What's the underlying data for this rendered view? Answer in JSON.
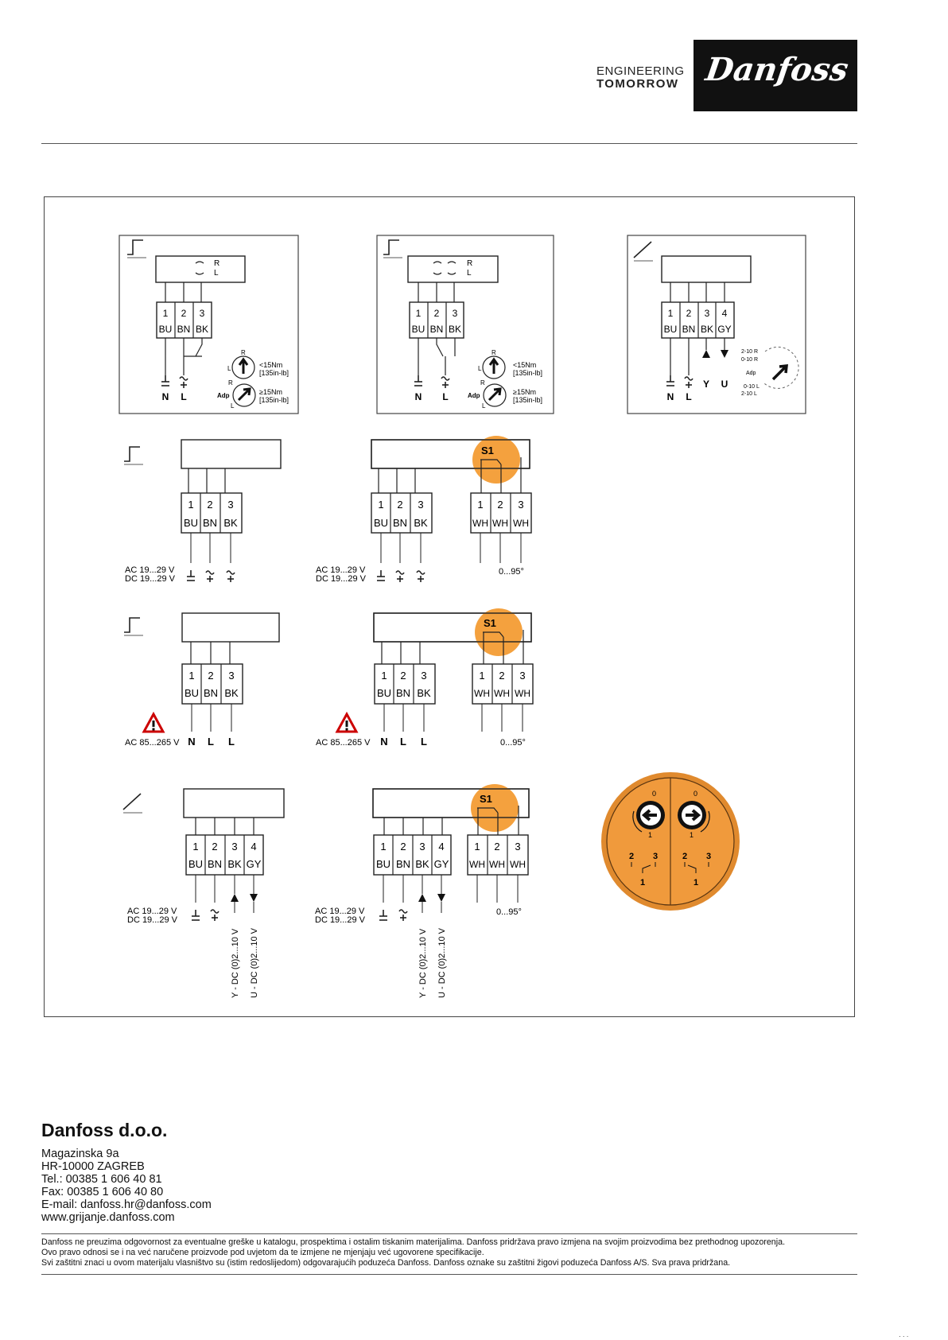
{
  "header": {
    "tagline_line1": "ENGINEERING",
    "tagline_line2": "TOMORROW",
    "logo_text": "Danfoss"
  },
  "panels": {
    "terminals_3": [
      "1",
      "2",
      "3"
    ],
    "terminals_4": [
      "1",
      "2",
      "3",
      "4"
    ],
    "wires_3": [
      "BU",
      "BN",
      "BK"
    ],
    "wires_4": [
      "BU",
      "BN",
      "BK",
      "GY"
    ],
    "aux_wires": [
      "WH",
      "WH",
      "WH"
    ],
    "top": {
      "dir_r": "R",
      "dir_l": "L",
      "nl_n": "N",
      "nl_l": "L",
      "torque_low": "<15Nm",
      "torque_low_sub": "[135in-lb]",
      "torque_high": "≥15Nm",
      "torque_high_sub": "[135in-lb]",
      "adp": "Adp",
      "yu_y": "Y",
      "yu_u": "U",
      "range_2_10_r": "2-10 R",
      "range_0_10_r": "0-10 R",
      "range_0_10_l": "0-10 L",
      "range_2_10_l": "2-10 L"
    },
    "switch_label": "S1",
    "angle": "0...95°",
    "supply_ac_24": "AC 19...29 V",
    "supply_dc_24": "DC 19...29 V",
    "supply_ac_230": "AC 85...265 V",
    "nll": [
      "N",
      "L",
      "L"
    ],
    "signal_y": "Y - DC (0)2...10 V",
    "signal_u": "U - DC (0)2...10 V",
    "dial": {
      "zero": "0",
      "one": "1",
      "t1": "1",
      "t2": "2",
      "t3": "3"
    }
  },
  "footer": {
    "company": "Danfoss d.o.o.",
    "address1": "Magazinska 9a",
    "address2": "HR-10000 ZAGREB",
    "tel": "Tel.:  00385 1 606 40 81",
    "fax": "Fax:  00385 1 606 40 80",
    "email": "E-mail: danfoss.hr@danfoss.com",
    "web": "www.grijanje.danfoss.com",
    "disclaimer1": "Danfoss ne preuzima odgovornost za eventualne greške u katalogu, prospektima i ostalim tiskanim materijalima. Danfoss pridržava pravo izmjena na svojim proizvodima bez prethodnog upozorenja.",
    "disclaimer2": "Ovo pravo odnosi se i na već naručene proizvode pod uvjetom da te izmjene ne mjenjaju već ugovorene specifikacije.",
    "disclaimer3": "Svi zaštitni znaci u ovom materijalu vlasništvo su (istim redoslijedom) odgovarajućih poduzeća Danfoss. Danfoss oznake su zaštitni žigovi poduzeća Danfoss A/S. Sva prava pridržana.",
    "corner_mark": "· · ·"
  }
}
